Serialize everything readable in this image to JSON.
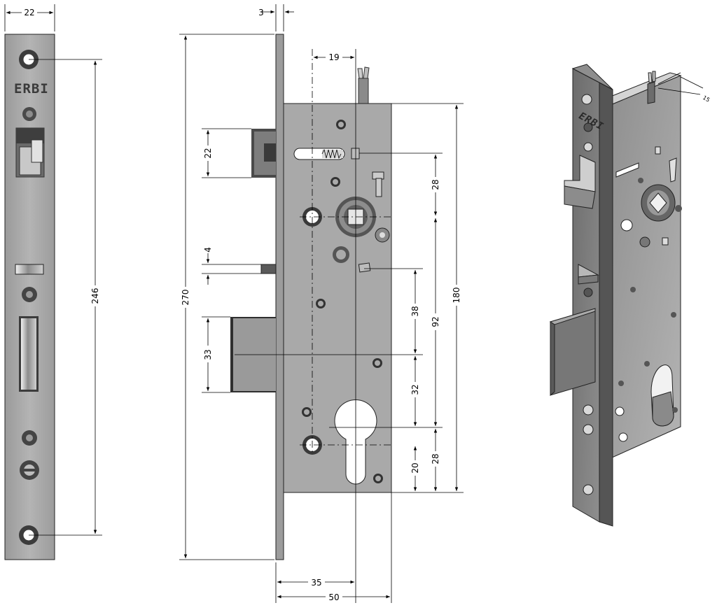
{
  "brand": "ERBI",
  "dimensions": {
    "faceplate_width": "22",
    "faceplate_hole_spacing": "246",
    "faceplate_thickness": "3",
    "overall_height": "270",
    "latch_height": "22",
    "aux_latch_height": "4",
    "deadbolt_height": "33",
    "spindle_offset_x": "19",
    "case_height": "180",
    "latch_to_spindle": "28",
    "spindle_to_cylinder": "92",
    "aux_to_bolt": "38",
    "bolt_to_cylinder": "32",
    "cylinder_to_bottom_a": "20",
    "cylinder_to_bottom_b": "28",
    "backset": "35",
    "case_depth": "50",
    "wire_offset_3d": "15"
  },
  "colors": {
    "metal": "#a8a8a8",
    "metal_dark": "#8a8a8a",
    "metal_3d": "#7c7c7c",
    "background": "#ffffff"
  }
}
